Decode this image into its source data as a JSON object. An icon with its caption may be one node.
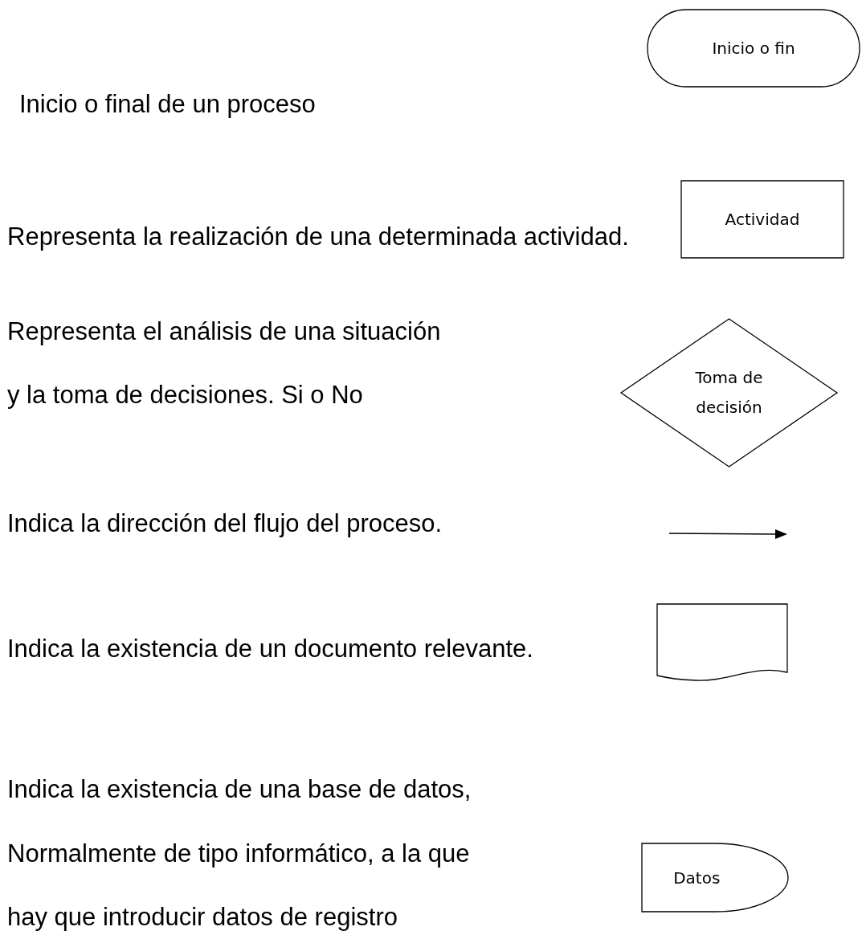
{
  "diagram": {
    "nodes": [
      {
        "text": [
          "Inicio o fin"
        ]
      },
      {
        "text": [
          "Actividad"
        ]
      },
      {
        "text": [
          "Toma de decisión"
        ]
      },
      {
        "text": [],
        "shape": "document"
      },
      {
        "text": [
          "Datos"
        ]
      }
    ],
    "labels": [
      "Inicio o final de un proceso",
      "Representa la realización de una determinada actividad.",
      "Representa el análisis de una situación",
      "y la toma de decisiones. Si o No",
      "Indica la dirección del flujo del proceso.",
      "Indica la existencia de un documento relevante.",
      "Indica la existencia de una base de datos,",
      "Normalmente de tipo informático, a la que",
      "hay que introducir datos de registro"
    ]
  }
}
